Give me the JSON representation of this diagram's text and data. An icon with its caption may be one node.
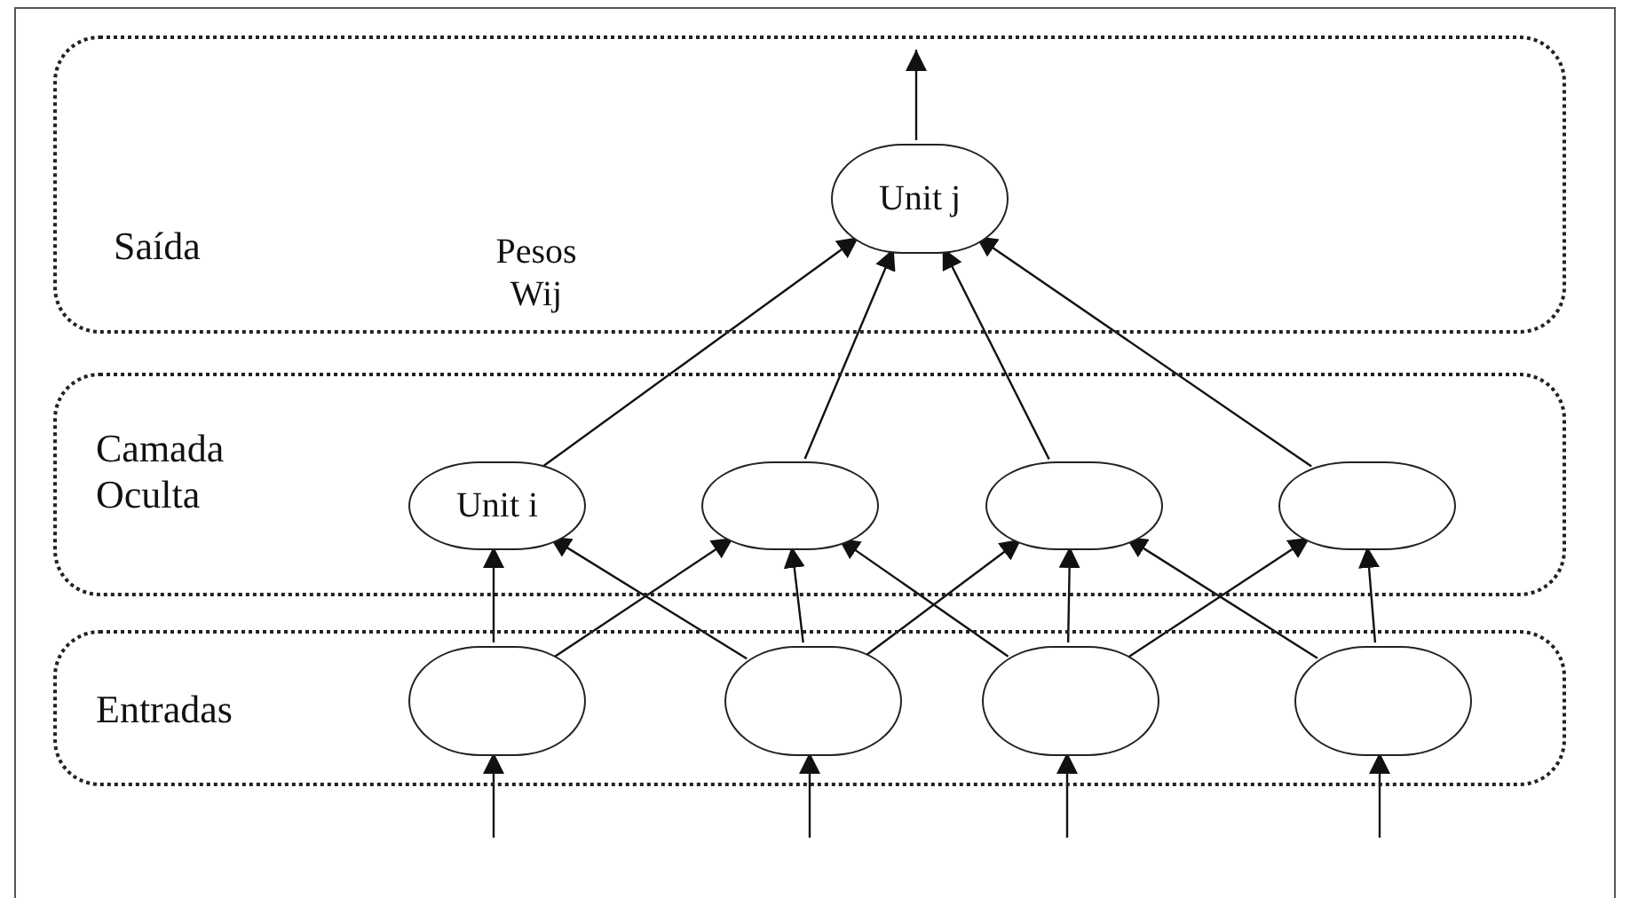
{
  "diagram": {
    "nodes": [
      {
        "text": [
          "Saída"
        ]
      },
      {
        "text": [
          "Unit j"
        ],
        "in": 0
      },
      {
        "text": [
          "Camada Oculta"
        ]
      },
      {
        "text": [
          "Unit i"
        ],
        "in": 2
      },
      {
        "text": [],
        "shape": "circle",
        "in": 2
      },
      {
        "text": [],
        "shape": "circle",
        "in": 2
      },
      {
        "text": [],
        "shape": "circle",
        "in": 2
      },
      {
        "text": [
          "Entradas"
        ]
      },
      {
        "text": [],
        "shape": "circle",
        "in": 7
      },
      {
        "text": [],
        "shape": "circle",
        "in": 7
      },
      {
        "text": [],
        "shape": "circle",
        "in": 7
      },
      {
        "text": [],
        "shape": "circle",
        "in": 7
      }
    ],
    "edges": [
      {
        "from": 1,
        "to": null,
        "arrow": "to"
      },
      {
        "from": 3,
        "to": 1,
        "arrow": "to",
        "label": "Pesos Wij"
      },
      {
        "from": 4,
        "to": 1,
        "arrow": "to"
      },
      {
        "from": 5,
        "to": 1,
        "arrow": "to"
      },
      {
        "from": 6,
        "to": 1,
        "arrow": "to"
      },
      {
        "from": 8,
        "to": 3,
        "arrow": "to"
      },
      {
        "from": 8,
        "to": 4,
        "arrow": "to"
      },
      {
        "from": 9,
        "to": 3,
        "arrow": "to"
      },
      {
        "from": 9,
        "to": 4,
        "arrow": "to"
      },
      {
        "from": 9,
        "to": 5,
        "arrow": "to"
      },
      {
        "from": 10,
        "to": 4,
        "arrow": "to"
      },
      {
        "from": 10,
        "to": 5,
        "arrow": "to"
      },
      {
        "from": 10,
        "to": 6,
        "arrow": "to"
      },
      {
        "from": 11,
        "to": 5,
        "arrow": "to"
      },
      {
        "from": 11,
        "to": 6,
        "arrow": "to"
      },
      {
        "from": null,
        "to": 8,
        "arrow": "to"
      },
      {
        "from": null,
        "to": 9,
        "arrow": "to"
      },
      {
        "from": null,
        "to": 10,
        "arrow": "to"
      },
      {
        "from": null,
        "to": 11,
        "arrow": "to"
      }
    ]
  }
}
